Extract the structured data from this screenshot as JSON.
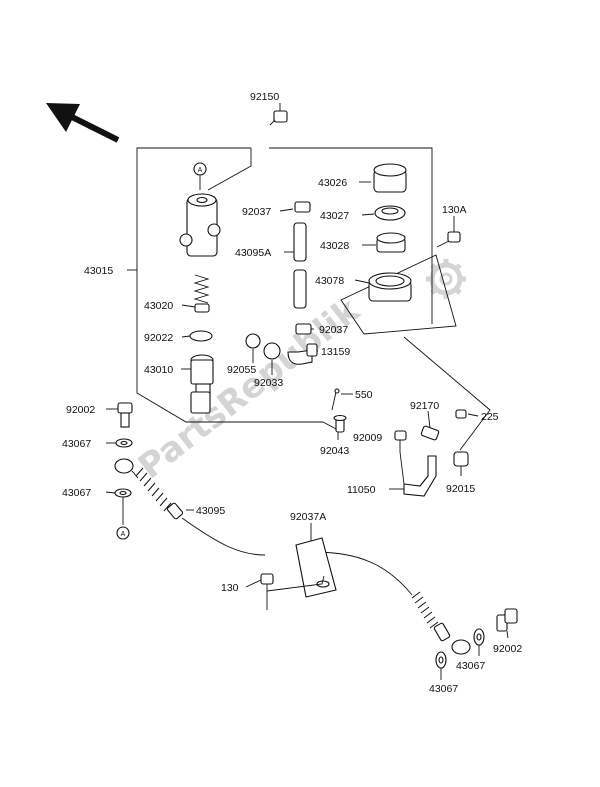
{
  "watermark": "PartsRepublik",
  "labels": {
    "p92150": "92150",
    "p43026": "43026",
    "p92037_top": "92037",
    "p43027": "43027",
    "p43028": "43028",
    "p43095A": "43095A",
    "p130A": "130A",
    "p43078": "43078",
    "p43015": "43015",
    "p43020": "43020",
    "p92022": "92022",
    "p92037_mid": "92037",
    "p13159": "13159",
    "p92055": "92055",
    "p92033": "92033",
    "p43010": "43010",
    "p550": "550",
    "p92170": "92170",
    "p225": "225",
    "p92002_left": "92002",
    "p92009": "92009",
    "p43067_a": "43067",
    "p92043": "92043",
    "p11050": "11050",
    "p92015": "92015",
    "p43067_b": "43067",
    "p43095": "43095",
    "p92037A": "92037A",
    "p130": "130",
    "p92002_right": "92002",
    "p43067_c": "43067",
    "p43067_d": "43067",
    "ref_top": "A",
    "ref_bottom": "A"
  }
}
